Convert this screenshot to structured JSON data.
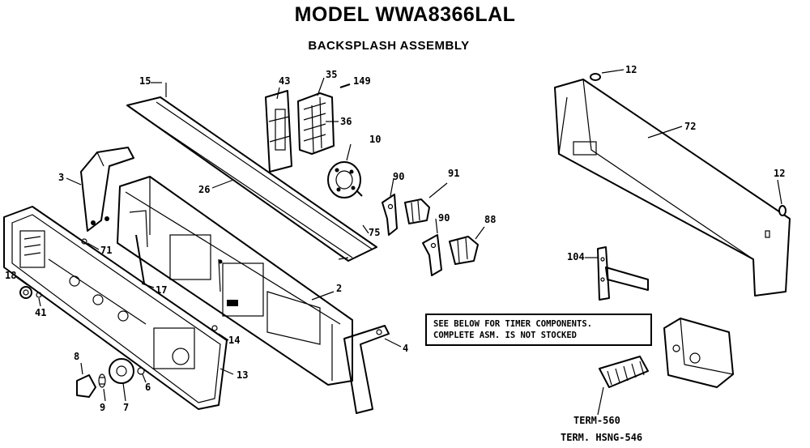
{
  "header": {
    "model_title": "MODEL WWA8366LAL",
    "subtitle": "BACKSPLASH ASSEMBLY"
  },
  "callouts": {
    "c15": "15",
    "c43": "43",
    "c35": "35",
    "c149": "149",
    "c36": "36",
    "c10": "10",
    "c12a": "12",
    "c72": "72",
    "c12b": "12",
    "c3": "3",
    "c26": "26",
    "c90a": "90",
    "c91": "91",
    "c75": "75",
    "c90b": "90",
    "c88": "88",
    "c71": "71",
    "c104": "104",
    "c18": "18",
    "c41": "41",
    "c17": "17",
    "c2": "2",
    "c14": "14",
    "c4": "4",
    "c8": "8",
    "c9": "9",
    "c7": "7",
    "c6": "6",
    "c13": "13"
  },
  "note": {
    "line1": "SEE BELOW FOR TIMER COMPONENTS.",
    "line2": "COMPLETE ASM. IS NOT STOCKED"
  },
  "bottom_labels": {
    "term_560": "TERM-560",
    "term_hsng": "TERM. HSNG-546"
  }
}
